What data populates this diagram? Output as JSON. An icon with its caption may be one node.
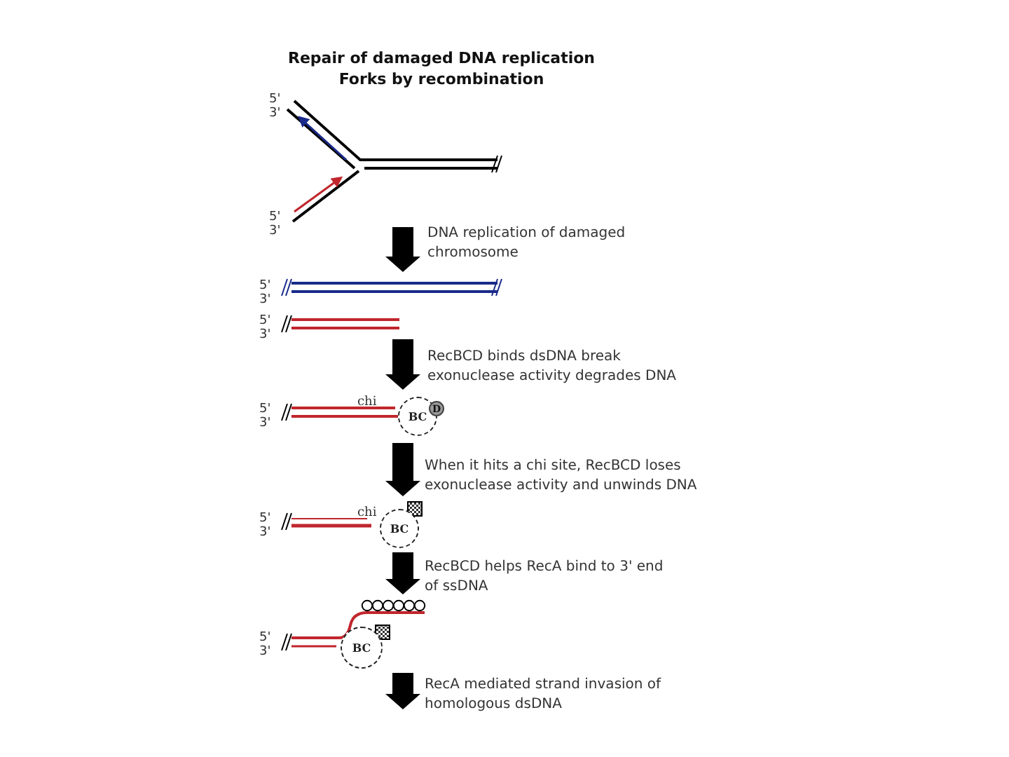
{
  "diagram": {
    "title": "Repair of damaged DNA replication Forks by recombination",
    "nodes": [
      {
        "text": [],
        "shape": "picture",
        "beside": [
          "5'",
          "3'",
          "5'",
          "3'"
        ]
      },
      {
        "text": [],
        "shape": "picture",
        "beside": [
          "5'",
          "3'",
          "5'",
          "3'"
        ]
      },
      {
        "text": [],
        "shape": "picture",
        "beside": [
          "5'",
          "3'"
        ]
      },
      {
        "text": [
          "BC"
        ]
      },
      {
        "text": [
          "D"
        ]
      },
      {
        "text": [],
        "shape": "picture",
        "beside": [
          "5'",
          "3'"
        ]
      },
      {
        "text": [
          "BC"
        ]
      },
      {
        "text": [],
        "shape": "picture",
        "beside": [
          "5'",
          "3'"
        ]
      },
      {
        "text": [
          "BC"
        ]
      }
    ],
    "edges": [
      {
        "from": 0,
        "to": 1,
        "arrow": "to",
        "label": "DNA replication of damaged chromosome",
        "style": "thick"
      },
      {
        "from": 1,
        "to": 2,
        "arrow": "to",
        "label": "RecBCD binds dsDNA break exonuclease activity degrades DNA",
        "style": "thick"
      },
      {
        "from": 2,
        "to": 5,
        "arrow": "to",
        "label": "When it hits a chi site, RecBCD loses exonuclease activity and unwinds DNA",
        "style": "thick"
      },
      {
        "from": 5,
        "to": 7,
        "arrow": "to",
        "label": "RecBCD helps RecA bind to 3' end of ssDNA",
        "style": "thick"
      },
      {
        "from": 7,
        "to": null,
        "arrow": "to",
        "label": "RecA mediated strand invasion of homologous dsDNA",
        "style": "thick"
      }
    ],
    "labels": [
      "chi",
      "chi"
    ]
  }
}
